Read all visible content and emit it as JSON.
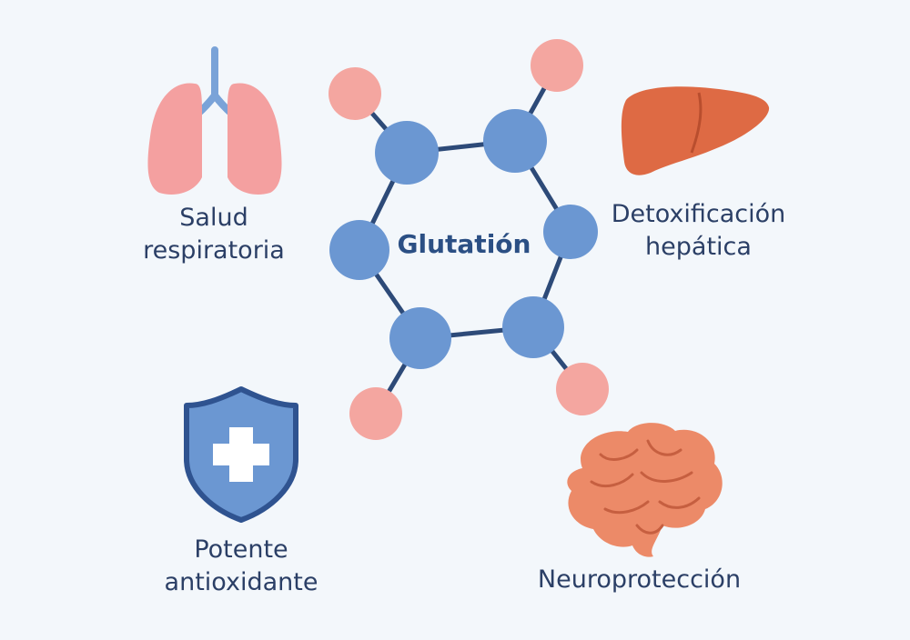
{
  "center": {
    "title": "Glutatión"
  },
  "benefits": {
    "respiratory": {
      "line1": "Salud",
      "line2": "respiratoria",
      "icon": "lungs-icon"
    },
    "liver": {
      "line1": "Detoxificación",
      "line2": "hepática",
      "icon": "liver-icon"
    },
    "antioxidant": {
      "line1": "Potente",
      "line2": "antioxidante",
      "icon": "shield-cross-icon"
    },
    "neuro": {
      "line1": "Neuroprotección",
      "icon": "brain-icon"
    }
  },
  "colors": {
    "background": "#f3f7fb",
    "atom_blue": "#6b97d2",
    "atom_pink": "#f4a6a0",
    "bond": "#2d4a78",
    "text": "#2b3f66",
    "lungs": "#f4a0a0",
    "lungs_trachea": "#7aa3d8",
    "liver": "#de6a44",
    "shield_fill": "#6b97d2",
    "shield_border": "#2f5390",
    "brain": "#ec8a68"
  }
}
